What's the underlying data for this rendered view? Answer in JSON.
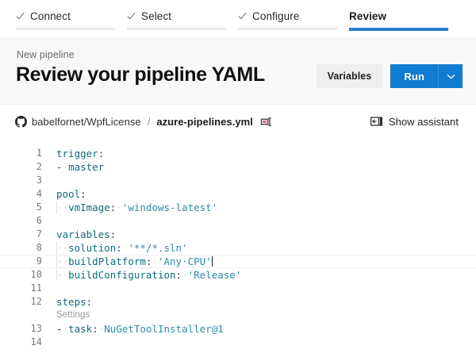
{
  "wizard": {
    "tabs": [
      {
        "label": "Connect",
        "state": "done",
        "icon": "check-icon"
      },
      {
        "label": "Select",
        "state": "done",
        "icon": "check-icon"
      },
      {
        "label": "Configure",
        "state": "done",
        "icon": "check-icon"
      },
      {
        "label": "Review",
        "state": "active",
        "icon": ""
      }
    ],
    "active_accent": "#2a7cd4",
    "inactive_rule": "#eaeaea"
  },
  "header": {
    "breadcrumb": "New pipeline",
    "title": "Review your pipeline YAML",
    "variables_label": "Variables",
    "run_label": "Run",
    "run_dropdown_icon": "chevron-down-icon",
    "run_color": "#0f7bd1",
    "variables_color": "#eeeeee"
  },
  "filebar": {
    "provider_icon": "github-icon",
    "repo": "babelfornet/WpfLicense",
    "separator": "/",
    "file": "azure-pipelines.yml",
    "rename_icon": "rename-file-icon",
    "assistant_icon": "show-panel-icon",
    "assistant_label": "Show assistant"
  },
  "editor": {
    "active_line": 9,
    "cursor_line": 9,
    "codelens": {
      "line_above": 13,
      "label": "Settings"
    },
    "lines": [
      {
        "n": 1,
        "tokens": [
          {
            "t": "trigger",
            "c": "k"
          },
          {
            "t": ":",
            "c": "p"
          }
        ]
      },
      {
        "n": 2,
        "tokens": [
          {
            "t": "-",
            "c": "dash"
          },
          {
            "t": "·",
            "c": "dot"
          },
          {
            "t": "master",
            "c": "k"
          }
        ]
      },
      {
        "n": 3,
        "tokens": []
      },
      {
        "n": 4,
        "tokens": [
          {
            "t": "pool",
            "c": "k"
          },
          {
            "t": ":",
            "c": "p"
          }
        ]
      },
      {
        "n": 5,
        "guide": 1,
        "tokens": [
          {
            "t": "··",
            "c": "dot"
          },
          {
            "t": "vmImage",
            "c": "key"
          },
          {
            "t": ":",
            "c": "p"
          },
          {
            "t": "·",
            "c": "dot"
          },
          {
            "t": "'windows-latest'",
            "c": "s"
          }
        ]
      },
      {
        "n": 6,
        "tokens": []
      },
      {
        "n": 7,
        "tokens": [
          {
            "t": "variables",
            "c": "k"
          },
          {
            "t": ":",
            "c": "p"
          }
        ]
      },
      {
        "n": 8,
        "guide": 1,
        "tokens": [
          {
            "t": "··",
            "c": "dot"
          },
          {
            "t": "solution",
            "c": "key"
          },
          {
            "t": ":",
            "c": "p"
          },
          {
            "t": "·",
            "c": "dot"
          },
          {
            "t": "'**/*.sln'",
            "c": "s"
          }
        ]
      },
      {
        "n": 9,
        "guide": 1,
        "active": true,
        "cursor": true,
        "tokens": [
          {
            "t": "··",
            "c": "dot"
          },
          {
            "t": "buildPlatform",
            "c": "key"
          },
          {
            "t": ":",
            "c": "p"
          },
          {
            "t": "·",
            "c": "dot"
          },
          {
            "t": "'Any·CPU'",
            "c": "s"
          }
        ]
      },
      {
        "n": 10,
        "guide": 1,
        "tokens": [
          {
            "t": "··",
            "c": "dot"
          },
          {
            "t": "buildConfiguration",
            "c": "key"
          },
          {
            "t": ":",
            "c": "p"
          },
          {
            "t": "·",
            "c": "dot"
          },
          {
            "t": "'Release'",
            "c": "s"
          }
        ]
      },
      {
        "n": 11,
        "tokens": []
      },
      {
        "n": 12,
        "tokens": [
          {
            "t": "steps",
            "c": "k"
          },
          {
            "t": ":",
            "c": "p"
          }
        ]
      },
      {
        "n": 13,
        "tokens": [
          {
            "t": "-",
            "c": "dash"
          },
          {
            "t": "·",
            "c": "dot"
          },
          {
            "t": "task",
            "c": "k"
          },
          {
            "t": ":",
            "c": "p"
          },
          {
            "t": "·",
            "c": "dot"
          },
          {
            "t": "NuGetToolInstaller@1",
            "c": "s"
          }
        ]
      },
      {
        "n": 14,
        "tokens": []
      }
    ]
  }
}
